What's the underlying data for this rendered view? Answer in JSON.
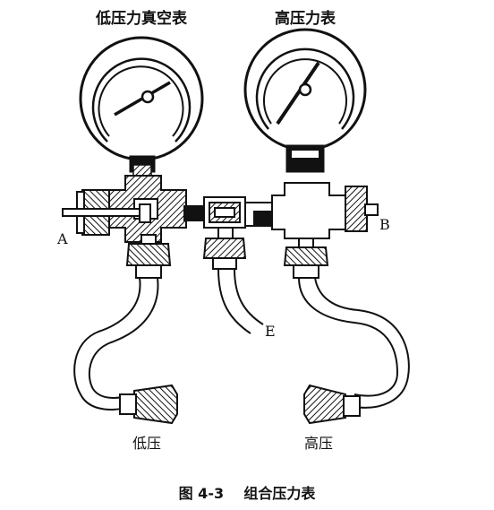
{
  "labels": {
    "low_gauge_title": "低压力真空表",
    "high_gauge_title": "高压力表",
    "port_a": "A",
    "port_b": "B",
    "port_e": "E",
    "low_hose": "低压",
    "high_hose": "高压",
    "caption": "图 4-3    组合压力表"
  },
  "colors": {
    "ink": "#111111",
    "paper": "#ffffff"
  }
}
